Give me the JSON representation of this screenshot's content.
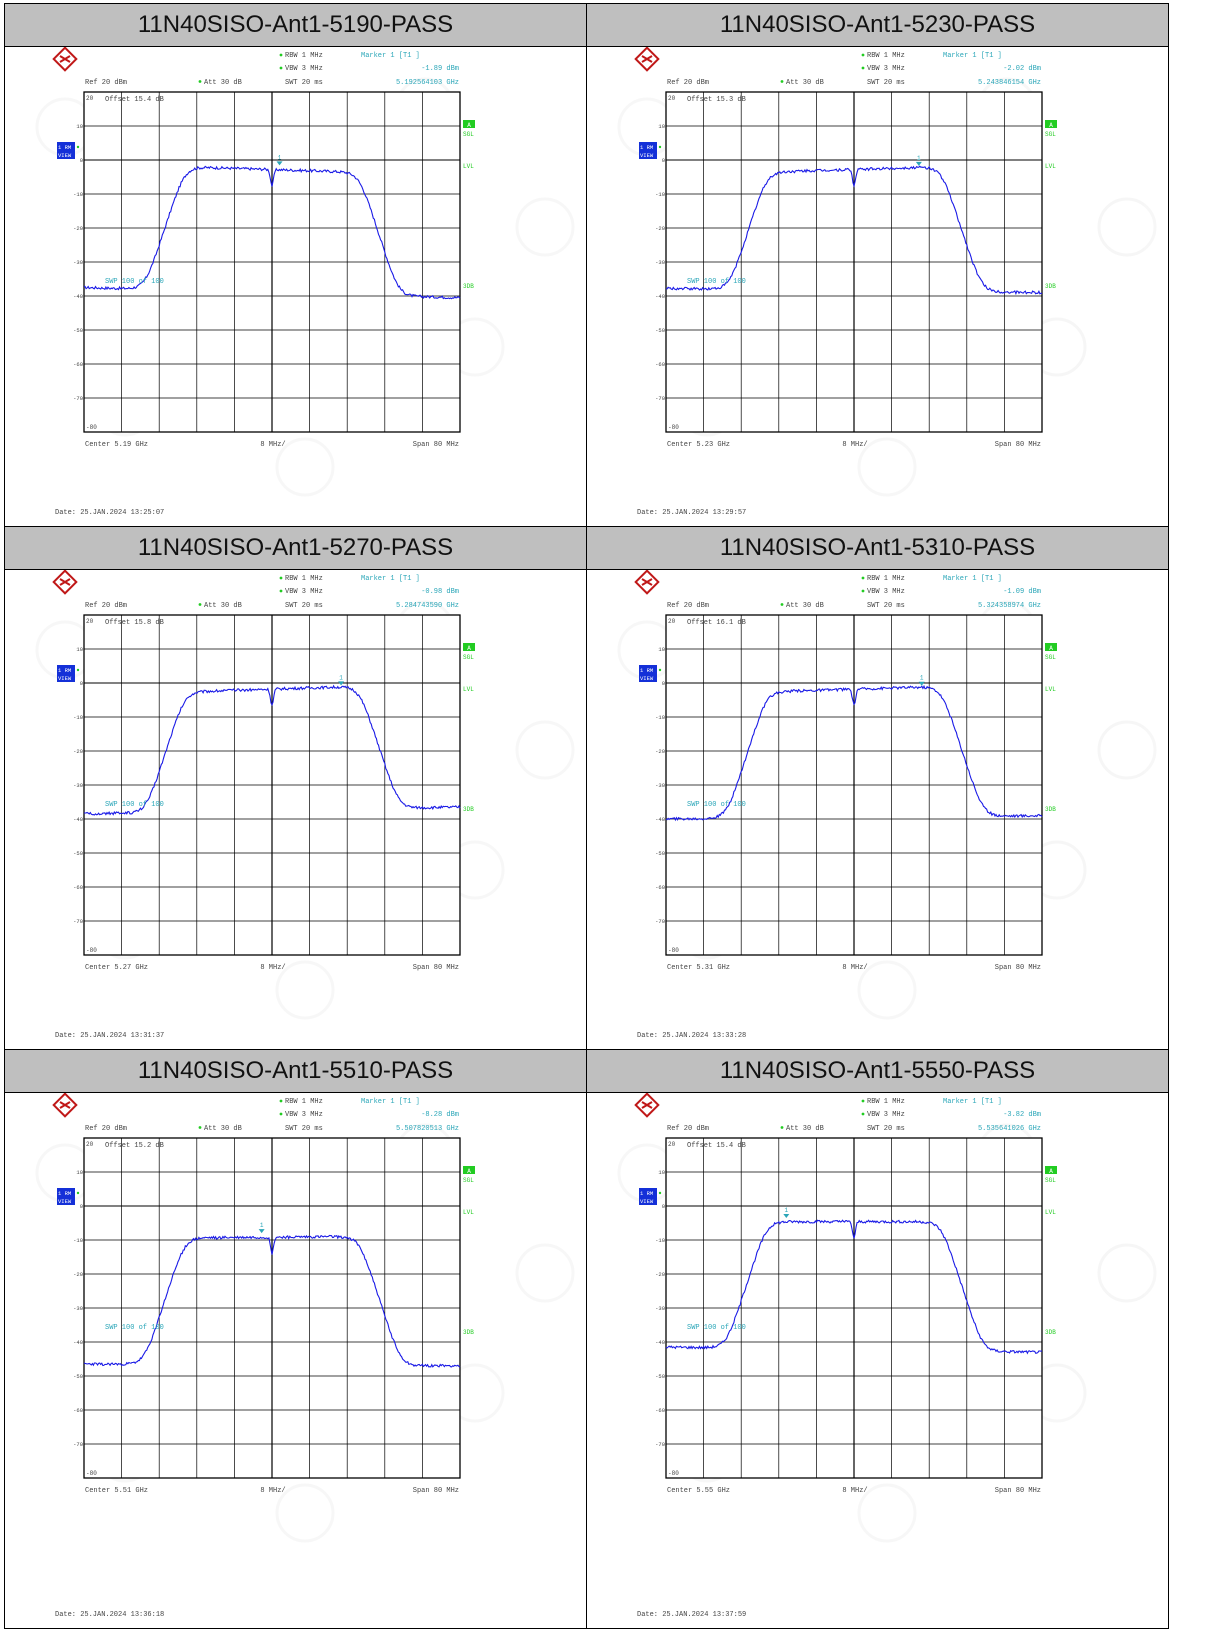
{
  "common": {
    "ref_label": "Ref  20 dBm",
    "att_label": "Att  30 dB",
    "rbw_label": "RBW 1 MHz",
    "vbw_label": "VBW 3 MHz",
    "swt_label": "SWT 20 ms",
    "marker_label": "Marker 1 [T1 ]",
    "div_label": "8 MHz/",
    "span_label": "Span  80 MHz",
    "swp_label": "SWP  100 of  100",
    "badge_a": "A",
    "badge_sgl": "SGL",
    "badge_lvl": "LVL",
    "badge_3db": "3DB",
    "view_line1": "1 RM",
    "view_line2": "VIEW",
    "marker_id": "1",
    "y_ticks": [
      "20",
      "10",
      "0",
      "-10",
      "-20",
      "-30",
      "-40",
      "-50",
      "-60",
      "-70",
      "-80"
    ],
    "colors": {
      "trace": "#1a1ae6",
      "cyan": "#2aa6b8",
      "green": "#22cc22",
      "blue_badge": "#1430d8",
      "header": "#bfbfbf"
    }
  },
  "chart_data": [
    {
      "type": "line",
      "title": "11N40SISO-Ant1-5190-PASS",
      "offset_label": "Offset  15.4 dB",
      "marker_level": "-1.89 dBm",
      "marker_freq": "5.192564103 GHz",
      "center_label": "Center  5.19 GHz",
      "date_label": "Date: 25.JAN.2024  13:25:07",
      "center_ghz": 5.19,
      "span_mhz": 80,
      "ylim": [
        -80,
        20
      ],
      "plateau_dbm": -2.8,
      "floor_left_dbm": -37.5,
      "floor_right_dbm": -40.5,
      "tilt_db": -0.8,
      "marker_x_mhz": 1.6,
      "marker_dbm": -1.89
    },
    {
      "type": "line",
      "title": "11N40SISO-Ant1-5230-PASS",
      "offset_label": "Offset  15.3 dB",
      "marker_level": "-2.02 dBm",
      "marker_freq": "5.243846154 GHz",
      "center_label": "Center  5.23 GHz",
      "date_label": "Date: 25.JAN.2024  13:29:57",
      "center_ghz": 5.23,
      "span_mhz": 80,
      "ylim": [
        -80,
        20
      ],
      "plateau_dbm": -2.8,
      "floor_left_dbm": -37.8,
      "floor_right_dbm": -39.0,
      "tilt_db": 0.8,
      "marker_x_mhz": 13.8,
      "marker_dbm": -2.02
    },
    {
      "type": "line",
      "title": "11N40SISO-Ant1-5270-PASS",
      "offset_label": "Offset  15.8 dB",
      "marker_level": "-0.98 dBm",
      "marker_freq": "5.284743590 GHz",
      "center_label": "Center  5.27 GHz",
      "date_label": "Date: 25.JAN.2024  13:31:37",
      "center_ghz": 5.27,
      "span_mhz": 80,
      "ylim": [
        -80,
        20
      ],
      "plateau_dbm": -1.8,
      "floor_left_dbm": -38.5,
      "floor_right_dbm": -36.5,
      "tilt_db": 0.8,
      "marker_x_mhz": 14.7,
      "marker_dbm": -0.98
    },
    {
      "type": "line",
      "title": "11N40SISO-Ant1-5310-PASS",
      "offset_label": "Offset  16.1 dB",
      "marker_level": "-1.09 dBm",
      "marker_freq": "5.324358974 GHz",
      "center_label": "Center  5.31 GHz",
      "date_label": "Date: 25.JAN.2024  13:33:28",
      "center_ghz": 5.31,
      "span_mhz": 80,
      "ylim": [
        -80,
        20
      ],
      "plateau_dbm": -1.8,
      "floor_left_dbm": -40.0,
      "floor_right_dbm": -39.0,
      "tilt_db": 0.8,
      "marker_x_mhz": 14.4,
      "marker_dbm": -1.09
    },
    {
      "type": "line",
      "title": "11N40SISO-Ant1-5510-PASS",
      "offset_label": "Offset  15.2 dB",
      "marker_level": "-8.28 dBm",
      "marker_freq": "5.507820513 GHz",
      "center_label": "Center  5.51 GHz",
      "date_label": "Date: 25.JAN.2024  13:36:18",
      "center_ghz": 5.51,
      "span_mhz": 80,
      "ylim": [
        -80,
        20
      ],
      "plateau_dbm": -9.2,
      "floor_left_dbm": -46.5,
      "floor_right_dbm": -47.0,
      "tilt_db": 0.2,
      "marker_x_mhz": -2.2,
      "marker_dbm": -8.28
    },
    {
      "type": "line",
      "title": "11N40SISO-Ant1-5550-PASS",
      "offset_label": "Offset  15.4 dB",
      "marker_level": "-3.82 dBm",
      "marker_freq": "5.535641026 GHz",
      "center_label": "Center  5.55 GHz",
      "date_label": "Date: 25.JAN.2024  13:37:59",
      "center_ghz": 5.55,
      "span_mhz": 80,
      "ylim": [
        -80,
        20
      ],
      "plateau_dbm": -4.6,
      "floor_left_dbm": -41.5,
      "floor_right_dbm": -43.0,
      "tilt_db": 0.0,
      "marker_x_mhz": -14.4,
      "marker_dbm": -3.82
    }
  ]
}
